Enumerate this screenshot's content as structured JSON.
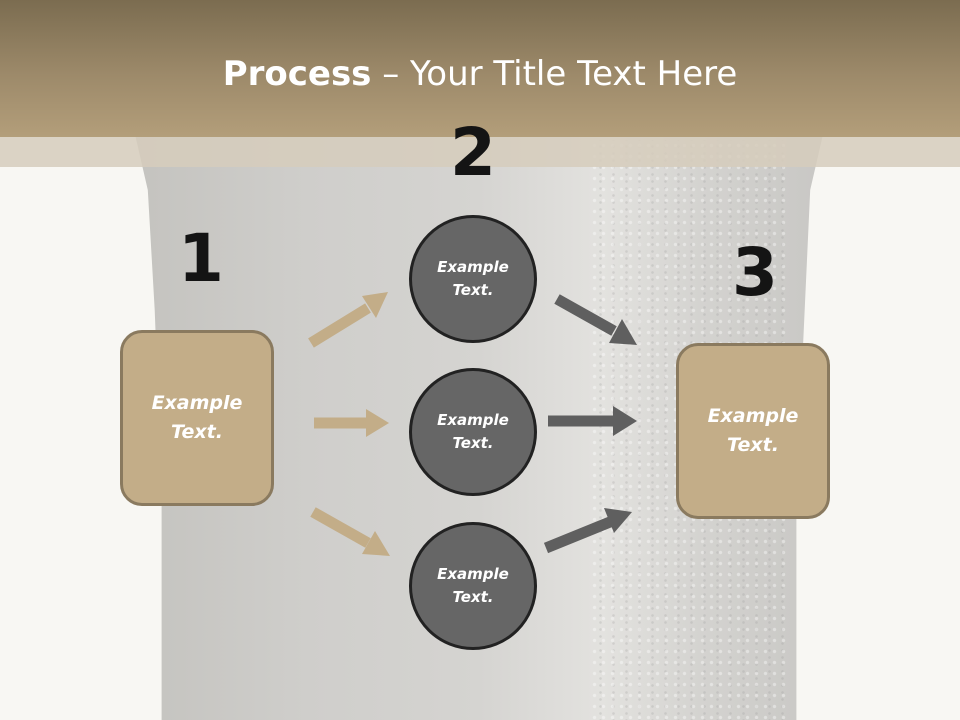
{
  "title": {
    "bold": "Process",
    "rest": " – Your Title Text Here"
  },
  "steps": [
    "1",
    "2",
    "3"
  ],
  "left_box": {
    "text": "Example\nText."
  },
  "right_box": {
    "text": "Example\nText."
  },
  "circles": [
    {
      "text": "Example\nText."
    },
    {
      "text": "Example\nText."
    },
    {
      "text": "Example\nText."
    }
  ],
  "colors": {
    "header": "#9d8a6a",
    "box_fill": "#c3ad88",
    "circle_fill": "#666666",
    "arrow_light": "#c3ad88",
    "arrow_dark": "#5f5f5f"
  }
}
